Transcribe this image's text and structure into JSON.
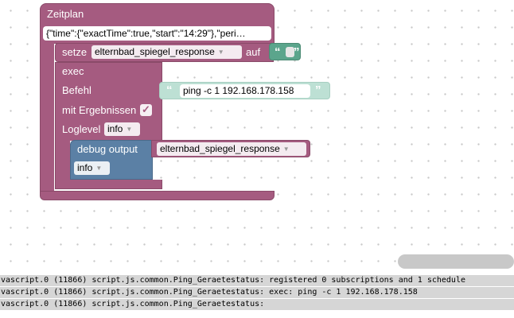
{
  "blocks": {
    "schedule": {
      "title": "Zeitplan",
      "spec": "{\"time\":{\"exactTime\":true,\"start\":\"14:29\"},\"peri…"
    },
    "set_var": {
      "label": "setze",
      "variable": "elternbad_spiegel_response",
      "to_label": "auf",
      "string_value": ""
    },
    "exec": {
      "title": "exec",
      "command_label": "Befehl",
      "command_value": "ping -c 1 192.168.178.158",
      "with_results_label": "mit Ergebnissen",
      "with_results_checked": true,
      "loglevel_label": "Loglevel",
      "loglevel_value": "info"
    },
    "debug": {
      "label": "debug output",
      "variable": "elternbad_spiegel_response",
      "level_value": "info"
    }
  },
  "console": {
    "lines": [
      "vascript.0 (11866) script.js.common.Ping_Geraetestatus: registered 0 subscriptions and 1 schedule",
      "vascript.0 (11866) script.js.common.Ping_Geraetestatus: exec: ping -c 1 192.168.178.158",
      "vascript.0 (11866) script.js.common.Ping_Geraetestatus:"
    ]
  },
  "colors": {
    "schedule_block": "#a55b80",
    "exec_block": "#a55b80",
    "text_block": "#5ba58c",
    "text_block_light": "#bde0d4",
    "debug_block": "#5b80a5",
    "console_bg": "#d6d6d6",
    "scrollbar": "#c8c8c8"
  },
  "icons": {
    "open_quote": "open-quote-icon",
    "close_quote": "close-quote-icon",
    "checkbox": "checkmark-icon",
    "dropdown": "dropdown-arrow-icon"
  }
}
